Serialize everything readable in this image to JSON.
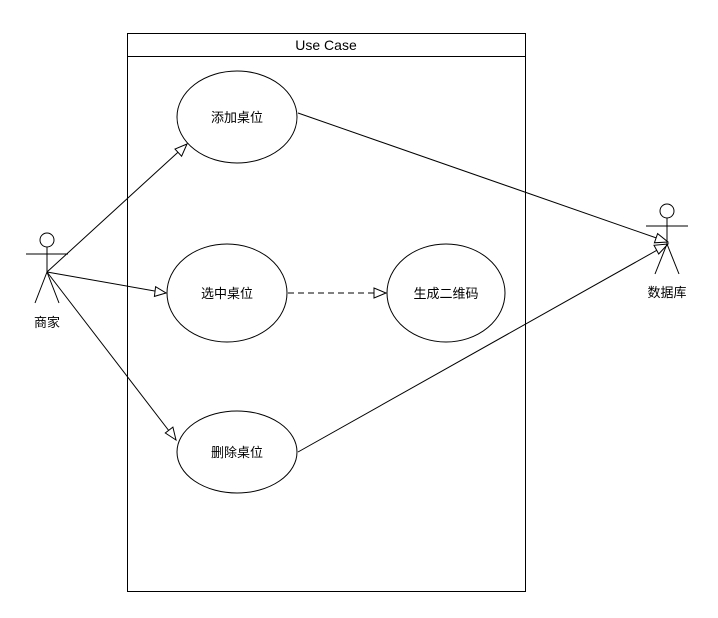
{
  "diagram": {
    "system_title": "Use Case",
    "actors": {
      "merchant": "商家",
      "database": "数据库"
    },
    "use_cases": {
      "add_table": "添加桌位",
      "select_table": "选中桌位",
      "generate_qr": "生成二维码",
      "delete_table": "删除桌位"
    },
    "relations": [
      {
        "from": "商家",
        "to": "添加桌位",
        "kind": "association"
      },
      {
        "from": "商家",
        "to": "选中桌位",
        "kind": "association"
      },
      {
        "from": "商家",
        "to": "删除桌位",
        "kind": "association"
      },
      {
        "from": "选中桌位",
        "to": "生成二维码",
        "kind": "dependency"
      },
      {
        "from": "添加桌位",
        "to": "数据库",
        "kind": "association"
      },
      {
        "from": "删除桌位",
        "to": "数据库",
        "kind": "association"
      }
    ]
  }
}
